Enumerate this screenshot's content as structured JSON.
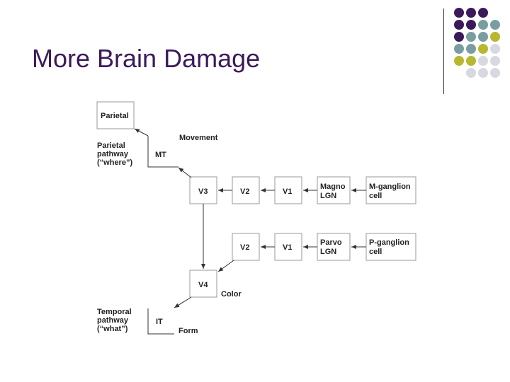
{
  "slide": {
    "title": "More Brain Damage"
  },
  "decoration": {
    "dot_palette": [
      "#3b1a5a",
      "#7a9ea0",
      "#b8b830",
      "#d8d8e0"
    ],
    "dot_rows": [
      [
        0,
        0,
        0,
        -1
      ],
      [
        0,
        0,
        1,
        1
      ],
      [
        0,
        1,
        1,
        2
      ],
      [
        1,
        1,
        2,
        3
      ],
      [
        2,
        2,
        3,
        3
      ],
      [
        -1,
        3,
        3,
        3
      ]
    ]
  },
  "diagram": {
    "boxes": {
      "parietal": "Parietal",
      "v3": "V3",
      "v2_top": "V2",
      "v1_top": "V1",
      "magno_lgn": [
        "Magno",
        "LGN"
      ],
      "m_ganglion": [
        "M-ganglion",
        "cell"
      ],
      "v2_bottom": "V2",
      "v1_bottom": "V1",
      "parvo_lgn": [
        "Parvo",
        "LGN"
      ],
      "p_ganglion": [
        "P-ganglion",
        "cell"
      ],
      "v4": "V4"
    },
    "labels": {
      "movement": "Movement",
      "parietal_pathway": [
        "Parietal",
        "pathway",
        "(“where”)"
      ],
      "mt": "MT",
      "color": "Color",
      "temporal_pathway": [
        "Temporal",
        "pathway",
        "(“what”)"
      ],
      "it": "IT",
      "form": "Form"
    }
  }
}
